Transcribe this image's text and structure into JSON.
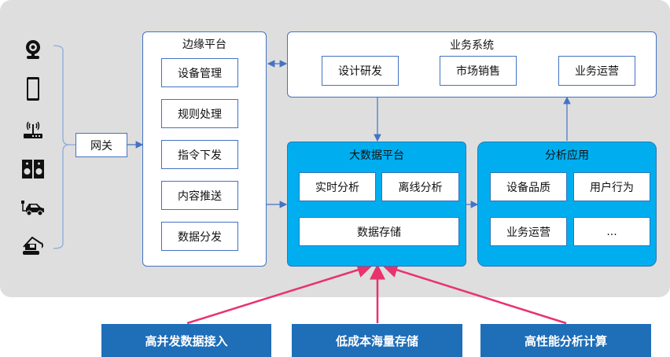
{
  "devices": [
    {
      "icon": "webcam-icon"
    },
    {
      "icon": "smartphone-icon"
    },
    {
      "icon": "router-icon"
    },
    {
      "icon": "speakers-icon"
    },
    {
      "icon": "electric-car-icon"
    },
    {
      "icon": "excavator-icon"
    }
  ],
  "gateway": {
    "label": "网关"
  },
  "edge_platform": {
    "title": "边缘平台",
    "items": [
      "设备管理",
      "规则处理",
      "指令下发",
      "内容推送",
      "数据分发"
    ]
  },
  "business_system": {
    "title": "业务系统",
    "items": [
      "设计研发",
      "市场销售",
      "业务运营"
    ]
  },
  "big_data_platform": {
    "title": "大数据平台",
    "items": [
      "实时分析",
      "离线分析",
      "数据存储"
    ]
  },
  "analytics_apps": {
    "title": "分析应用",
    "items": [
      "设备品质",
      "用户行为",
      "业务运营",
      "..."
    ]
  },
  "features": [
    "高并发数据接入",
    "低成本海量存储",
    "高性能分析计算"
  ],
  "colors": {
    "panel": "#dedede",
    "border_blue": "#4472c4",
    "platform_blue": "#00aeef",
    "feature_blue": "#1f6eb8",
    "arrow_pink": "#e8336d"
  }
}
